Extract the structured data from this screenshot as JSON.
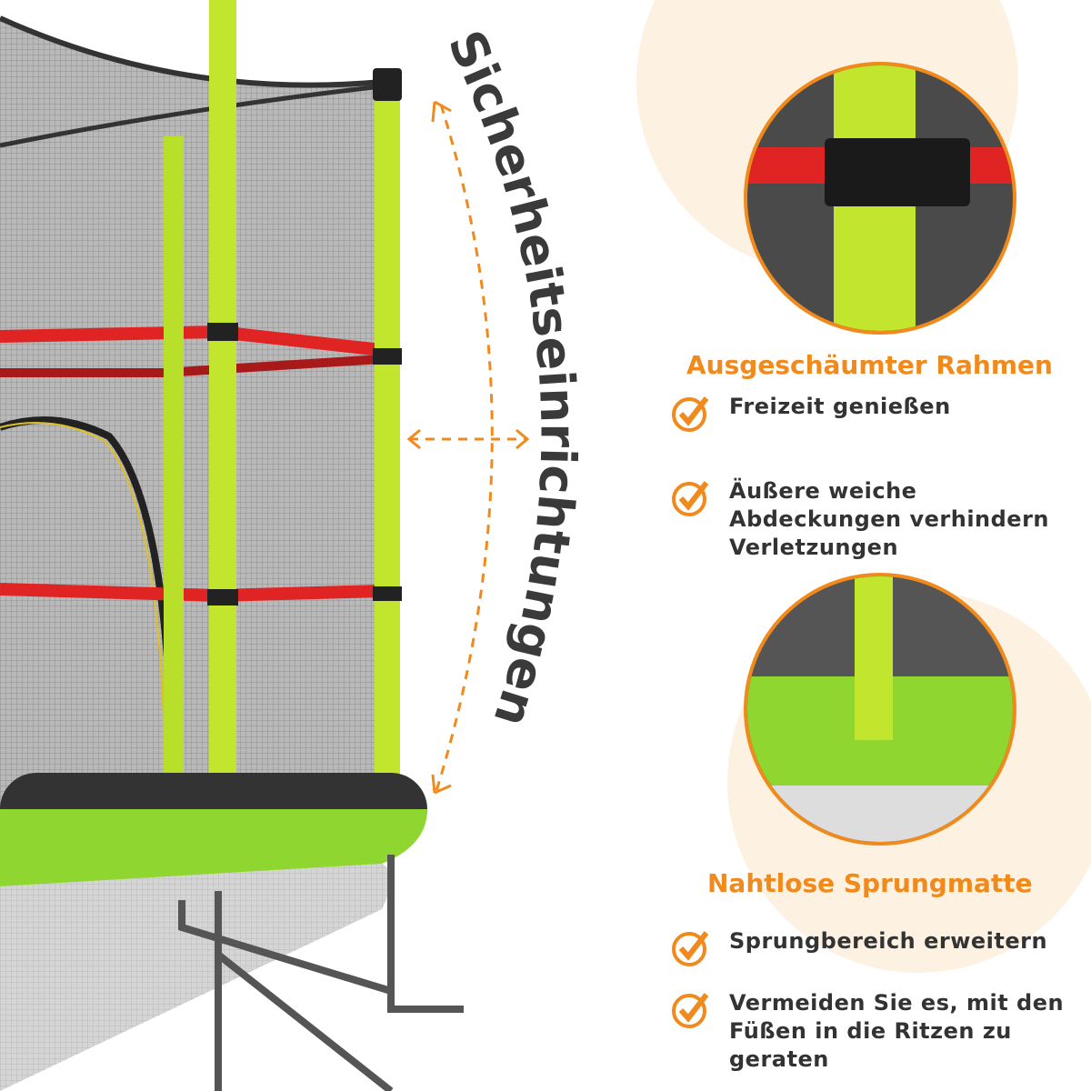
{
  "arc_title": "Sicherheitseinrichtungen",
  "features": [
    {
      "heading": "Ausgeschäumter Rahmen",
      "points": [
        "Freizeit genießen",
        "Äußere weiche Abdeckungen verhindern Verletzungen"
      ]
    },
    {
      "heading": "Nahtlose Sprungmatte",
      "points": [
        "Sprungbereich erweitern",
        "Vermeiden Sie es, mit den Füßen in die Ritzen zu geraten"
      ]
    }
  ],
  "colors": {
    "accent": "#f08a1c",
    "frame": "#b8e02a",
    "strap": "#e02424",
    "net": "#9a9a9a"
  }
}
